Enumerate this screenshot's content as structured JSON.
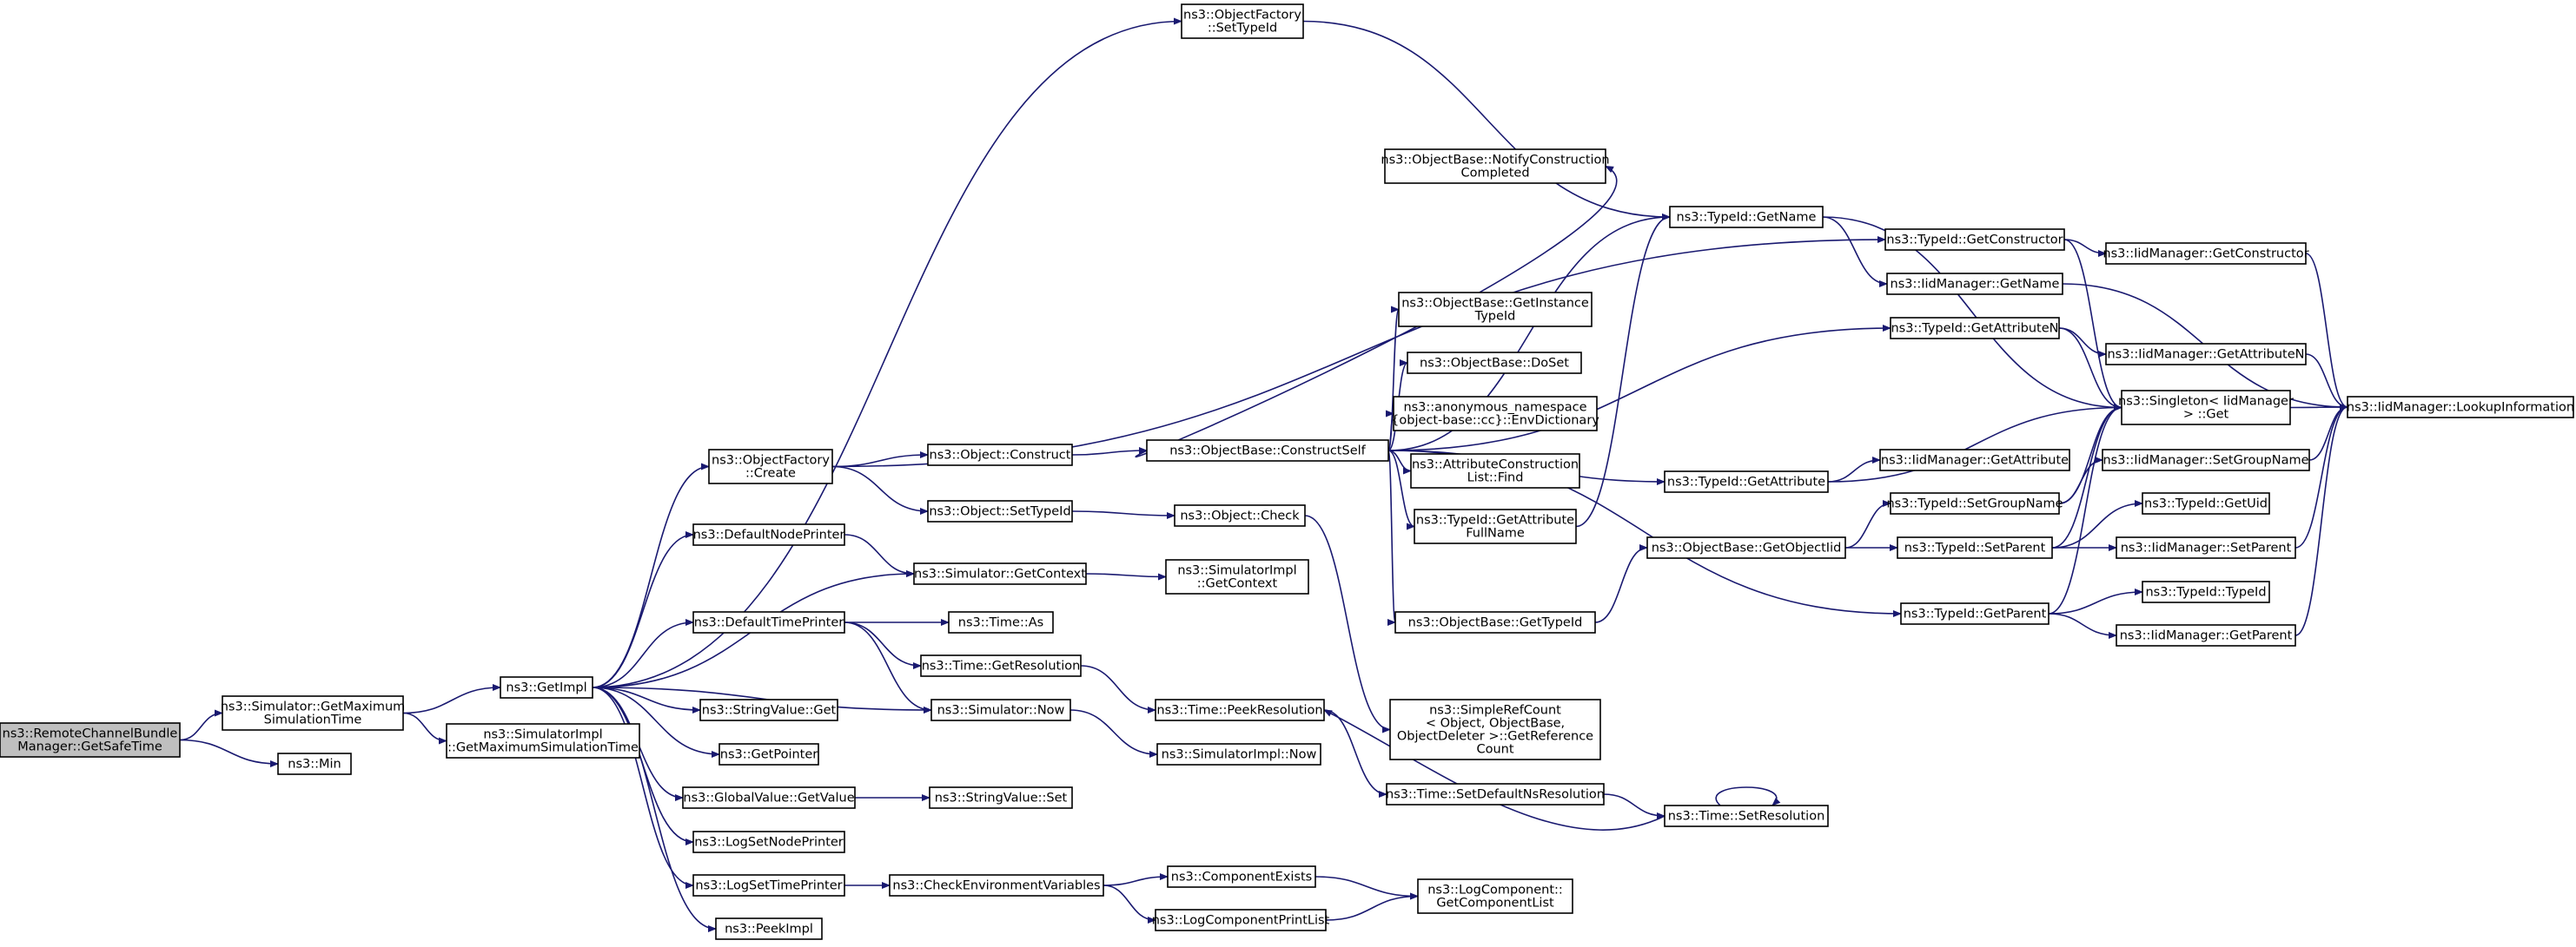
{
  "graph": {
    "colors": {
      "edge": "#191970",
      "node_border": "#000000",
      "root_fill": "#bfbfbf",
      "node_fill": "#ffffff"
    },
    "nodes": [
      {
        "id": "root",
        "lines": [
          "ns3::RemoteChannelBundle",
          "Manager::GetSafeTime"
        ],
        "root": true
      },
      {
        "id": "simGetMax",
        "lines": [
          "ns3::Simulator::GetMaximum",
          "SimulationTime"
        ]
      },
      {
        "id": "min",
        "lines": [
          "ns3::Min"
        ]
      },
      {
        "id": "getImpl",
        "lines": [
          "ns3::GetImpl"
        ]
      },
      {
        "id": "simImplGetMax",
        "lines": [
          "ns3::SimulatorImpl",
          "::GetMaximumSimulationTime"
        ]
      },
      {
        "id": "ofCreate",
        "lines": [
          "ns3::ObjectFactory",
          "::Create"
        ]
      },
      {
        "id": "defNodePrinter",
        "lines": [
          "ns3::DefaultNodePrinter"
        ]
      },
      {
        "id": "defTimePrinter",
        "lines": [
          "ns3::DefaultTimePrinter"
        ]
      },
      {
        "id": "strValGet",
        "lines": [
          "ns3::StringValue::Get"
        ]
      },
      {
        "id": "getPointer",
        "lines": [
          "ns3::GetPointer"
        ]
      },
      {
        "id": "gvGetValue",
        "lines": [
          "ns3::GlobalValue::GetValue"
        ]
      },
      {
        "id": "logSetNode",
        "lines": [
          "ns3::LogSetNodePrinter"
        ]
      },
      {
        "id": "logSetTime",
        "lines": [
          "ns3::LogSetTimePrinter"
        ]
      },
      {
        "id": "peekImpl",
        "lines": [
          "ns3::PeekImpl"
        ]
      },
      {
        "id": "ofSetTypeId",
        "lines": [
          "ns3::ObjectFactory",
          "::SetTypeId"
        ]
      },
      {
        "id": "objConstruct",
        "lines": [
          "ns3::Object::Construct"
        ]
      },
      {
        "id": "objSetTypeId",
        "lines": [
          "ns3::Object::SetTypeId"
        ]
      },
      {
        "id": "simGetContext",
        "lines": [
          "ns3::Simulator::GetContext"
        ]
      },
      {
        "id": "timeAs",
        "lines": [
          "ns3::Time::As"
        ]
      },
      {
        "id": "timeGetRes",
        "lines": [
          "ns3::Time::GetResolution"
        ]
      },
      {
        "id": "simNow",
        "lines": [
          "ns3::Simulator::Now"
        ]
      },
      {
        "id": "strValSet",
        "lines": [
          "ns3::StringValue::Set"
        ]
      },
      {
        "id": "checkEnv",
        "lines": [
          "ns3::CheckEnvironmentVariables"
        ]
      },
      {
        "id": "obConstructSelf",
        "lines": [
          "ns3::ObjectBase::ConstructSelf"
        ]
      },
      {
        "id": "objCheck",
        "lines": [
          "ns3::Object::Check"
        ]
      },
      {
        "id": "simImplGetCtx",
        "lines": [
          "ns3::SimulatorImpl",
          "::GetContext"
        ]
      },
      {
        "id": "timePeekRes",
        "lines": [
          "ns3::Time::PeekResolution"
        ]
      },
      {
        "id": "simImplNow",
        "lines": [
          "ns3::SimulatorImpl::Now"
        ]
      },
      {
        "id": "compExists",
        "lines": [
          "ns3::ComponentExists"
        ]
      },
      {
        "id": "logCompPrintList",
        "lines": [
          "ns3::LogComponentPrintList"
        ]
      },
      {
        "id": "obNotify",
        "lines": [
          "ns3::ObjectBase::NotifyConstruction",
          "Completed"
        ]
      },
      {
        "id": "obGetInstTid",
        "lines": [
          "ns3::ObjectBase::GetInstance",
          "TypeId"
        ]
      },
      {
        "id": "obDoSet",
        "lines": [
          "ns3::ObjectBase::DoSet"
        ]
      },
      {
        "id": "envDict",
        "lines": [
          "ns3::anonymous_namespace",
          "{object-base::cc}::EnvDictionary"
        ]
      },
      {
        "id": "attrConstrFind",
        "lines": [
          "ns3::AttributeConstruction",
          "List::Find"
        ]
      },
      {
        "id": "tidGetAttrFull",
        "lines": [
          "ns3::TypeId::GetAttribute",
          "FullName"
        ]
      },
      {
        "id": "obGetTypeId",
        "lines": [
          "ns3::ObjectBase::GetTypeId"
        ]
      },
      {
        "id": "simpleRefCount",
        "lines": [
          "ns3::SimpleRefCount",
          "< Object, ObjectBase,",
          "ObjectDeleter >::GetReference",
          "Count"
        ]
      },
      {
        "id": "timeSetDefNs",
        "lines": [
          "ns3::Time::SetDefaultNsResolution"
        ]
      },
      {
        "id": "logCompGetList",
        "lines": [
          "ns3::LogComponent::",
          "GetComponentList"
        ]
      },
      {
        "id": "tidGetName",
        "lines": [
          "ns3::TypeId::GetName"
        ]
      },
      {
        "id": "tidGetAttr",
        "lines": [
          "ns3::TypeId::GetAttribute"
        ]
      },
      {
        "id": "obGetObjectIid",
        "lines": [
          "ns3::ObjectBase::GetObjectIid"
        ]
      },
      {
        "id": "timeSetRes",
        "lines": [
          "ns3::Time::SetResolution"
        ]
      },
      {
        "id": "tidGetConstructor",
        "lines": [
          "ns3::TypeId::GetConstructor"
        ]
      },
      {
        "id": "iidGetName",
        "lines": [
          "ns3::IidManager::GetName"
        ]
      },
      {
        "id": "tidGetAttrN",
        "lines": [
          "ns3::TypeId::GetAttributeN"
        ]
      },
      {
        "id": "iidGetAttr",
        "lines": [
          "ns3::IidManager::GetAttribute"
        ]
      },
      {
        "id": "tidSetGroupName",
        "lines": [
          "ns3::TypeId::SetGroupName"
        ]
      },
      {
        "id": "tidSetParent",
        "lines": [
          "ns3::TypeId::SetParent"
        ]
      },
      {
        "id": "tidGetParent",
        "lines": [
          "ns3::TypeId::GetParent"
        ]
      },
      {
        "id": "iidGetConstructor",
        "lines": [
          "ns3::IidManager::GetConstructor"
        ]
      },
      {
        "id": "iidGetAttrN",
        "lines": [
          "ns3::IidManager::GetAttributeN"
        ]
      },
      {
        "id": "singletonGet",
        "lines": [
          "ns3::Singleton< IidManager",
          "> ::Get"
        ]
      },
      {
        "id": "iidSetGroupName",
        "lines": [
          "ns3::IidManager::SetGroupName"
        ]
      },
      {
        "id": "tidGetUid",
        "lines": [
          "ns3::TypeId::GetUid"
        ]
      },
      {
        "id": "iidSetParent",
        "lines": [
          "ns3::IidManager::SetParent"
        ]
      },
      {
        "id": "tidTypeId",
        "lines": [
          "ns3::TypeId::TypeId"
        ]
      },
      {
        "id": "iidGetParent",
        "lines": [
          "ns3::IidManager::GetParent"
        ]
      },
      {
        "id": "iidLookup",
        "lines": [
          "ns3::IidManager::LookupInformation"
        ]
      }
    ],
    "edges": [
      [
        "root",
        "simGetMax"
      ],
      [
        "root",
        "min"
      ],
      [
        "simGetMax",
        "getImpl"
      ],
      [
        "simGetMax",
        "simImplGetMax"
      ],
      [
        "getImpl",
        "ofCreate"
      ],
      [
        "getImpl",
        "defNodePrinter"
      ],
      [
        "getImpl",
        "simGetContext"
      ],
      [
        "getImpl",
        "defTimePrinter"
      ],
      [
        "getImpl",
        "strValGet"
      ],
      [
        "getImpl",
        "getPointer"
      ],
      [
        "getImpl",
        "gvGetValue"
      ],
      [
        "getImpl",
        "logSetNode"
      ],
      [
        "getImpl",
        "logSetTime"
      ],
      [
        "getImpl",
        "peekImpl"
      ],
      [
        "getImpl",
        "ofSetTypeId"
      ],
      [
        "getImpl",
        "simNow"
      ],
      [
        "ofCreate",
        "objConstruct"
      ],
      [
        "ofCreate",
        "objSetTypeId"
      ],
      [
        "ofCreate",
        "tidGetConstructor"
      ],
      [
        "defNodePrinter",
        "simGetContext"
      ],
      [
        "defTimePrinter",
        "timeAs"
      ],
      [
        "defTimePrinter",
        "timeGetRes"
      ],
      [
        "defTimePrinter",
        "simNow"
      ],
      [
        "gvGetValue",
        "strValSet"
      ],
      [
        "logSetTime",
        "checkEnv"
      ],
      [
        "ofSetTypeId",
        "tidGetName"
      ],
      [
        "objConstruct",
        "obConstructSelf"
      ],
      [
        "objSetTypeId",
        "objCheck"
      ],
      [
        "simGetContext",
        "simImplGetCtx"
      ],
      [
        "timeGetRes",
        "timePeekRes"
      ],
      [
        "simNow",
        "simImplNow"
      ],
      [
        "checkEnv",
        "compExists"
      ],
      [
        "checkEnv",
        "logCompPrintList"
      ],
      [
        "obConstructSelf",
        "obNotify"
      ],
      [
        "obConstructSelf",
        "tidGetName"
      ],
      [
        "obConstructSelf",
        "tidGetAttrN"
      ],
      [
        "obConstructSelf",
        "obGetInstTid"
      ],
      [
        "obConstructSelf",
        "obDoSet"
      ],
      [
        "obConstructSelf",
        "envDict"
      ],
      [
        "obConstructSelf",
        "attrConstrFind"
      ],
      [
        "obConstructSelf",
        "tidGetAttrFull"
      ],
      [
        "obConstructSelf",
        "tidGetAttr"
      ],
      [
        "obConstructSelf",
        "obGetTypeId"
      ],
      [
        "obConstructSelf",
        "tidGetParent"
      ],
      [
        "objCheck",
        "simpleRefCount"
      ],
      [
        "timePeekRes",
        "timeSetDefNs"
      ],
      [
        "compExists",
        "logCompGetList"
      ],
      [
        "logCompPrintList",
        "logCompGetList"
      ],
      [
        "tidGetAttrFull",
        "tidGetName"
      ],
      [
        "obGetTypeId",
        "obGetObjectIid"
      ],
      [
        "timeSetDefNs",
        "timeSetRes"
      ],
      [
        "timeSetRes",
        "timePeekRes"
      ],
      [
        "timeSetRes",
        "timeSetRes"
      ],
      [
        "tidGetName",
        "iidGetName"
      ],
      [
        "tidGetName",
        "singletonGet"
      ],
      [
        "tidGetAttr",
        "iidGetAttr"
      ],
      [
        "tidGetAttr",
        "singletonGet"
      ],
      [
        "obGetObjectIid",
        "tidSetGroupName"
      ],
      [
        "obGetObjectIid",
        "tidSetParent"
      ],
      [
        "tidGetConstructor",
        "iidGetConstructor"
      ],
      [
        "tidGetConstructor",
        "singletonGet"
      ],
      [
        "iidGetName",
        "iidLookup"
      ],
      [
        "tidGetAttrN",
        "iidGetAttrN"
      ],
      [
        "tidGetAttrN",
        "singletonGet"
      ],
      [
        "tidSetGroupName",
        "iidSetGroupName"
      ],
      [
        "tidSetGroupName",
        "singletonGet"
      ],
      [
        "tidSetParent",
        "tidGetUid"
      ],
      [
        "tidSetParent",
        "iidSetParent"
      ],
      [
        "tidSetParent",
        "singletonGet"
      ],
      [
        "tidGetParent",
        "tidTypeId"
      ],
      [
        "tidGetParent",
        "iidGetParent"
      ],
      [
        "tidGetParent",
        "singletonGet"
      ],
      [
        "iidGetConstructor",
        "iidLookup"
      ],
      [
        "iidGetAttrN",
        "iidLookup"
      ],
      [
        "singletonGet",
        "iidLookup"
      ],
      [
        "iidSetGroupName",
        "iidLookup"
      ],
      [
        "iidSetParent",
        "iidLookup"
      ],
      [
        "iidGetParent",
        "iidLookup"
      ]
    ]
  }
}
